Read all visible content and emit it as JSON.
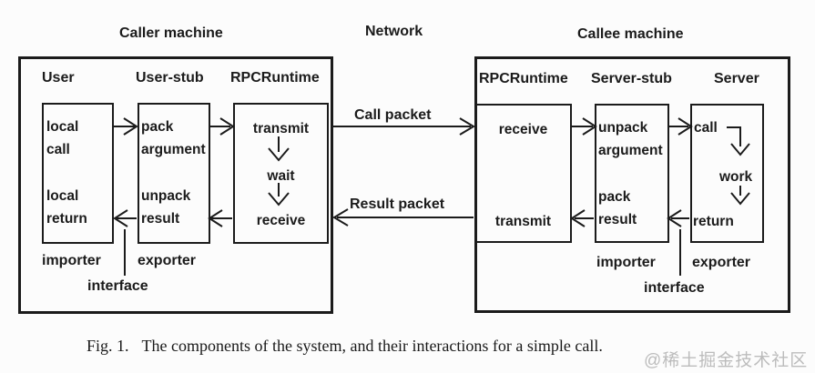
{
  "figure": {
    "top_labels": {
      "caller": "Caller machine",
      "network": "Network",
      "callee": "Callee machine"
    },
    "caller": {
      "headers": [
        "User",
        "User-stub",
        "RPCRuntime"
      ],
      "user_box": {
        "top": "local\ncall",
        "bottom": "local\nreturn"
      },
      "user_stub_box": {
        "top": "pack\nargument",
        "bottom": "unpack\nresult"
      },
      "rpc_box": {
        "top": "transmit",
        "middle": "wait",
        "bottom": "receive"
      },
      "importer": "importer",
      "exporter": "exporter",
      "interface": "interface"
    },
    "network": {
      "call_packet": "Call packet",
      "result_packet": "Result packet"
    },
    "callee": {
      "headers": [
        "RPCRuntime",
        "Server-stub",
        "Server"
      ],
      "rpc_box": {
        "top": "receive",
        "bottom": "transmit"
      },
      "server_stub_box": {
        "top": "unpack\nargument",
        "bottom": "pack\nresult"
      },
      "server_box": {
        "top": "call",
        "middle": "work",
        "bottom": "return"
      },
      "importer": "importer",
      "exporter": "exporter",
      "interface": "interface"
    },
    "caption": {
      "label": "Fig. 1.",
      "text": "The components of the system, and their interactions for a simple call."
    },
    "watermark": "@稀土掘金技术社区",
    "colors": {
      "ink": "#1b1b1b",
      "background": "#fcfcfc",
      "watermark_gray": "#bcbcbc"
    }
  }
}
